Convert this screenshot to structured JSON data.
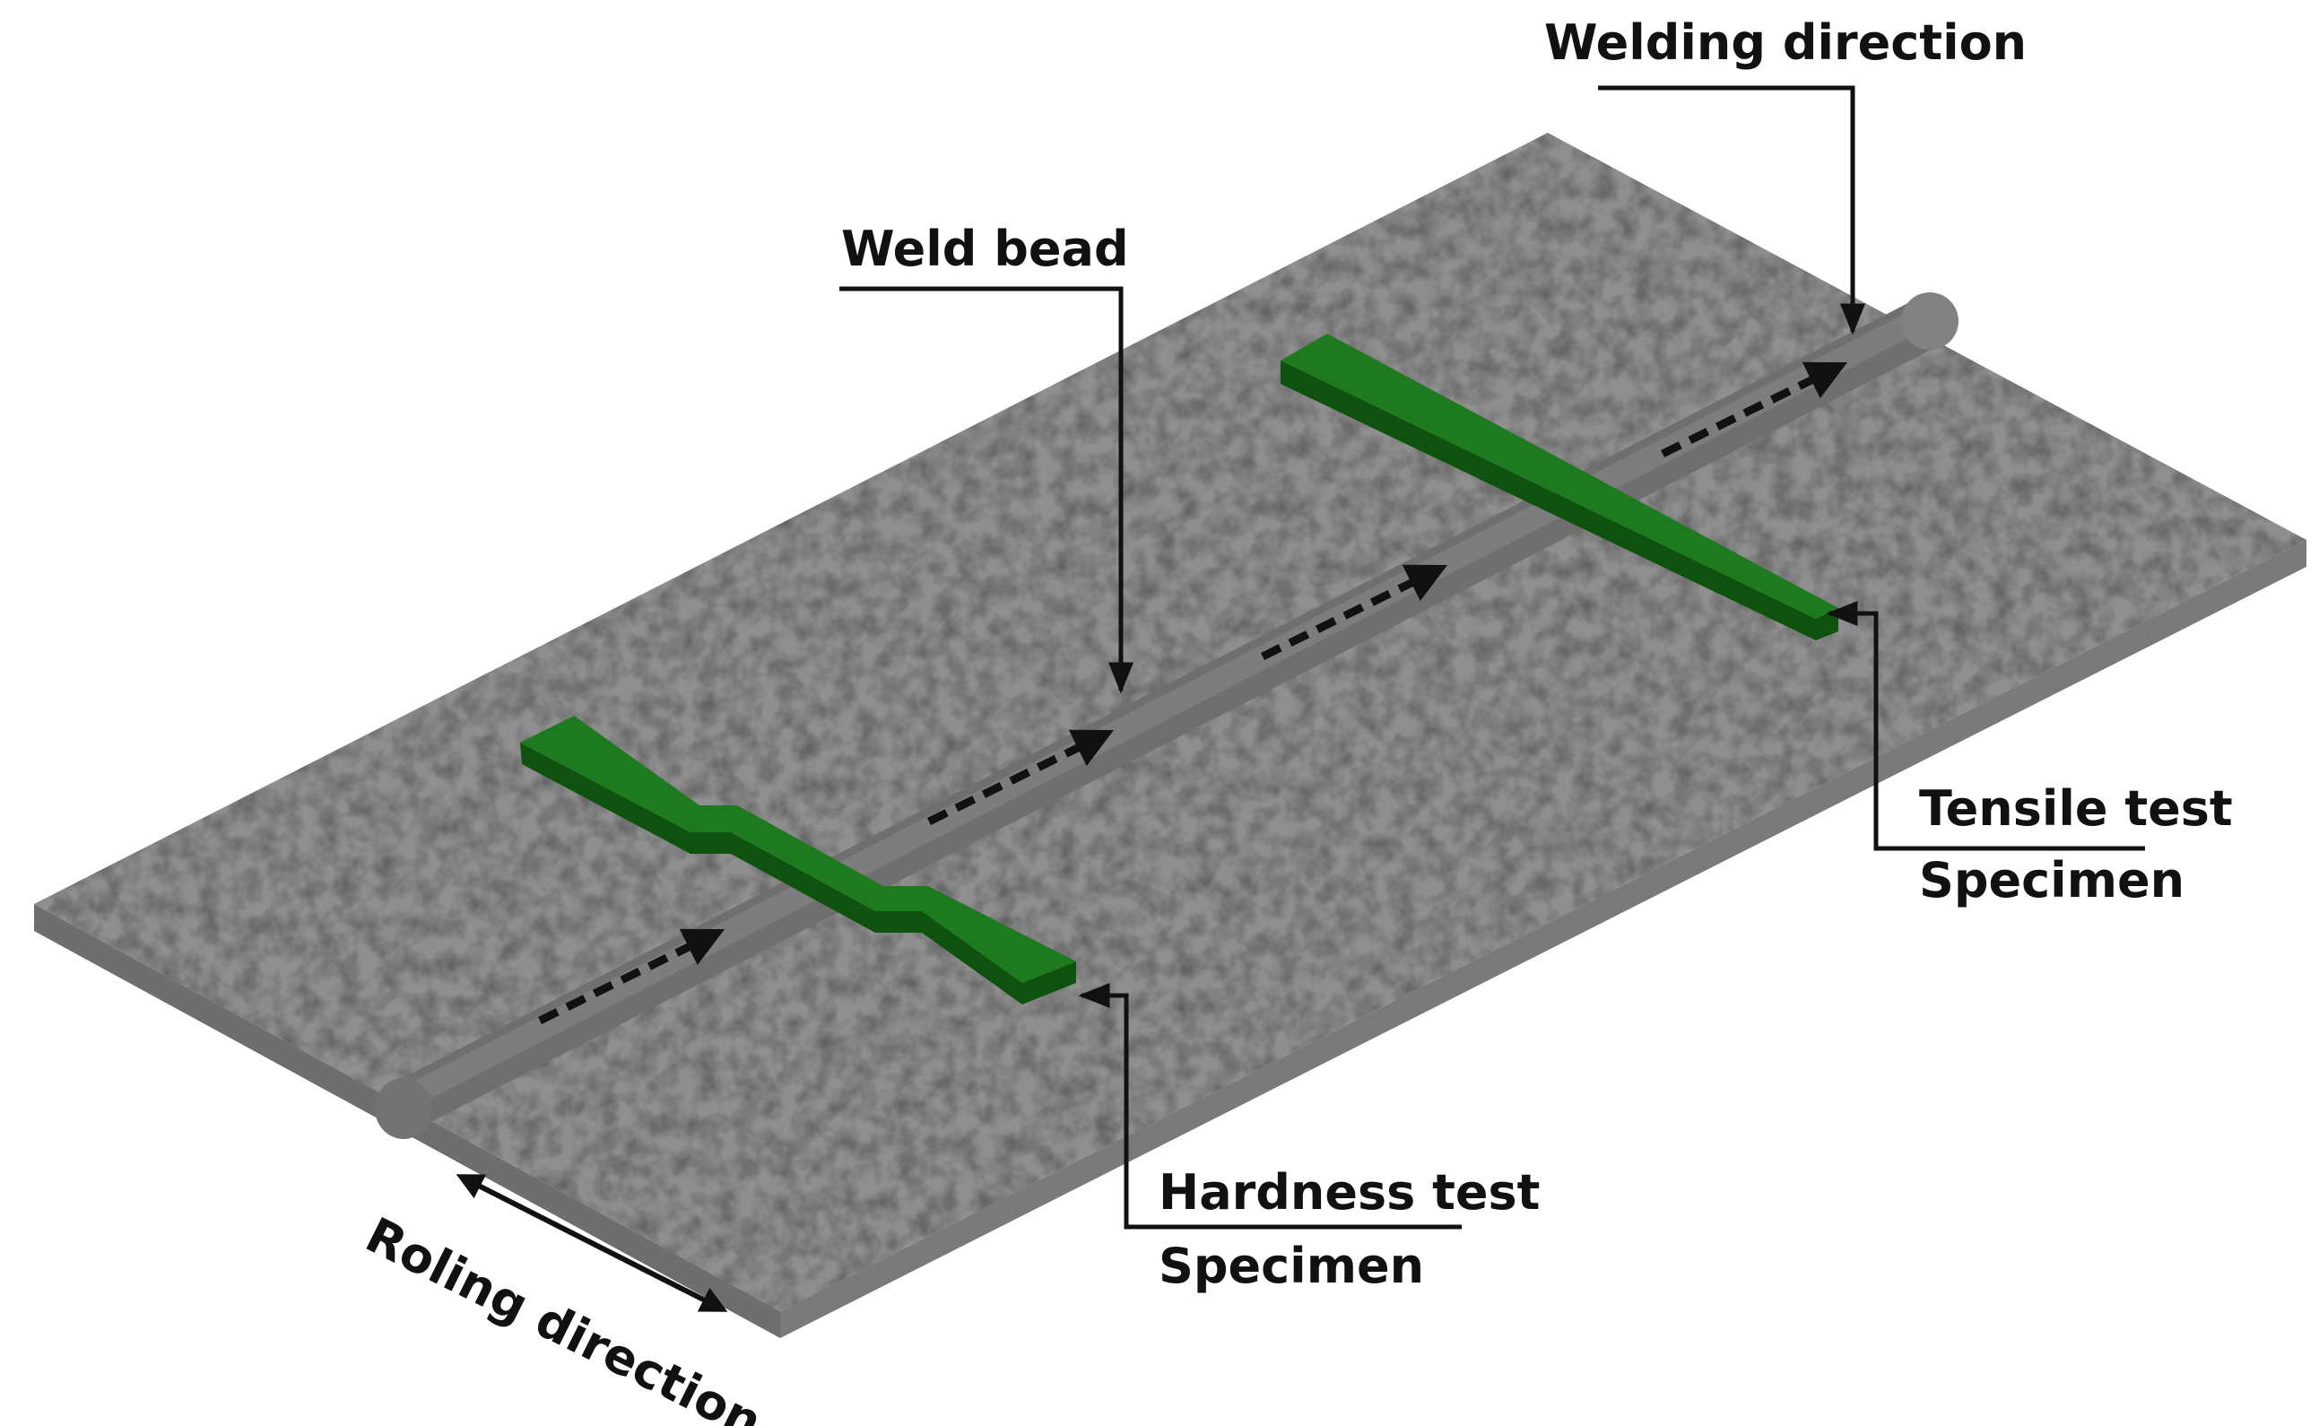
{
  "labels": {
    "welding_direction": "Welding direction",
    "weld_bead": "Weld bead",
    "tensile_line1": "Tensile test",
    "tensile_line2": "Specimen",
    "hardness_line1": "Hardness test",
    "hardness_line2": "Specimen",
    "rolling_direction": "Roling direction"
  },
  "colors": {
    "plate_top": "#8f8f8f",
    "plate_side": "#6e6e6e",
    "weld_bead": "#7a7a7a",
    "specimen_top": "#1e7a1e",
    "specimen_side": "#0f520f",
    "arrow": "#111111",
    "leader_line": "#111111"
  }
}
